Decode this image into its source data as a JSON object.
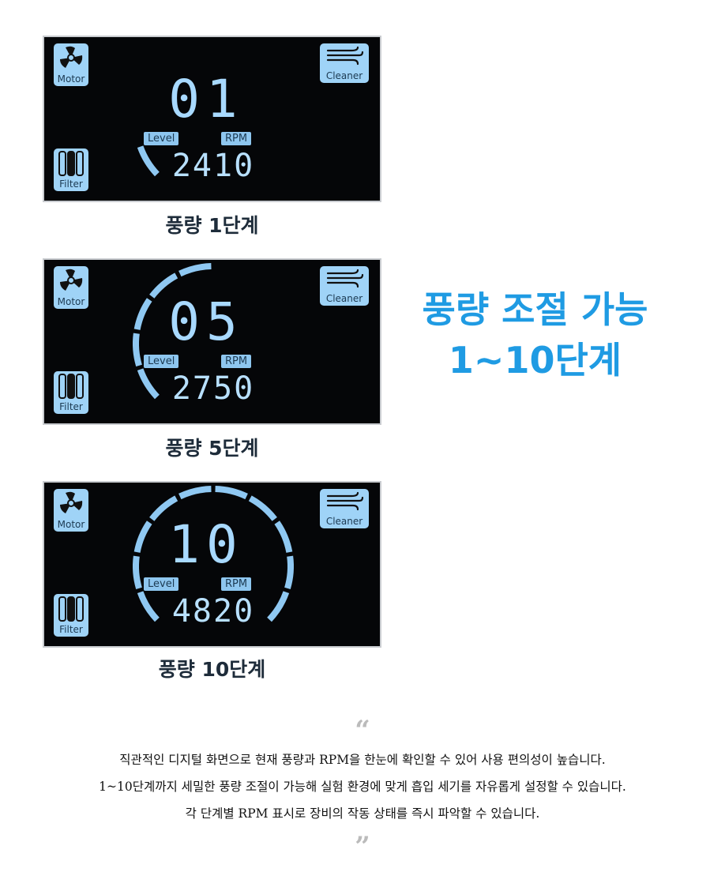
{
  "panels": [
    {
      "level": "01",
      "level_value": 1,
      "rpm": "2410",
      "caption": "풍량 1단계"
    },
    {
      "level": "05",
      "level_value": 5,
      "rpm": "2750",
      "caption": "풍량 5단계"
    },
    {
      "level": "10",
      "level_value": 10,
      "rpm": "4820",
      "caption": "풍량 10단계"
    }
  ],
  "labels": {
    "motor": "Motor",
    "filter": "Filter",
    "cleaner": "Cleaner",
    "level": "Level",
    "rpm": "RPM"
  },
  "hero": {
    "line1": "풍량 조절 가능",
    "line2": "1~10단계"
  },
  "quotes": {
    "open": "“",
    "close": "”"
  },
  "description": [
    "직관적인 디지털 화면으로 현재 풍량과 RPM을 한눈에 확인할 수 있어 사용 편의성이 높습니다.",
    "1~10단계까지 세밀한 풍량 조절이 가능해 실험 환경에 맞게 흡입 세기를 자유롭게 설정할 수 있습니다.",
    "각 단계별 RPM 표시로 장비의 작동 상태를 즉시 파악할 수 있습니다."
  ],
  "colors": {
    "accent": "#1f9be3",
    "lcd": "#a8d9ff"
  }
}
